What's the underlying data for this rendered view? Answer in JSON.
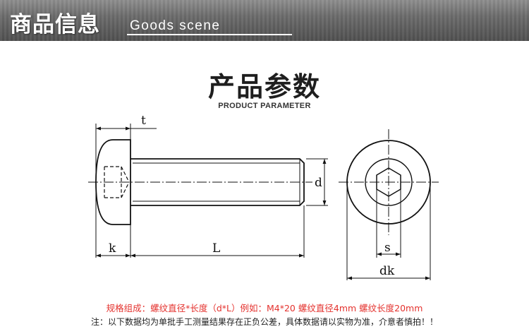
{
  "banner": {
    "title_cn": "商品信息",
    "title_en": "Goods scene"
  },
  "section": {
    "title": "产品参数",
    "subtitle": "PRODUCT PARAMETER"
  },
  "diagram": {
    "labels": {
      "t": "t",
      "d": "d",
      "k": "k",
      "L": "L",
      "s": "s",
      "dk": "dk"
    }
  },
  "notes": {
    "spec": "规格组成：螺纹直径*长度（d*L）例如：M4*20 螺纹直径4mm 螺纹长度20mm",
    "disclaimer": "注：以下数据均为单批手工测量结果存在正负公差，具体数据请以实物为准，介意者慎拍！！"
  }
}
